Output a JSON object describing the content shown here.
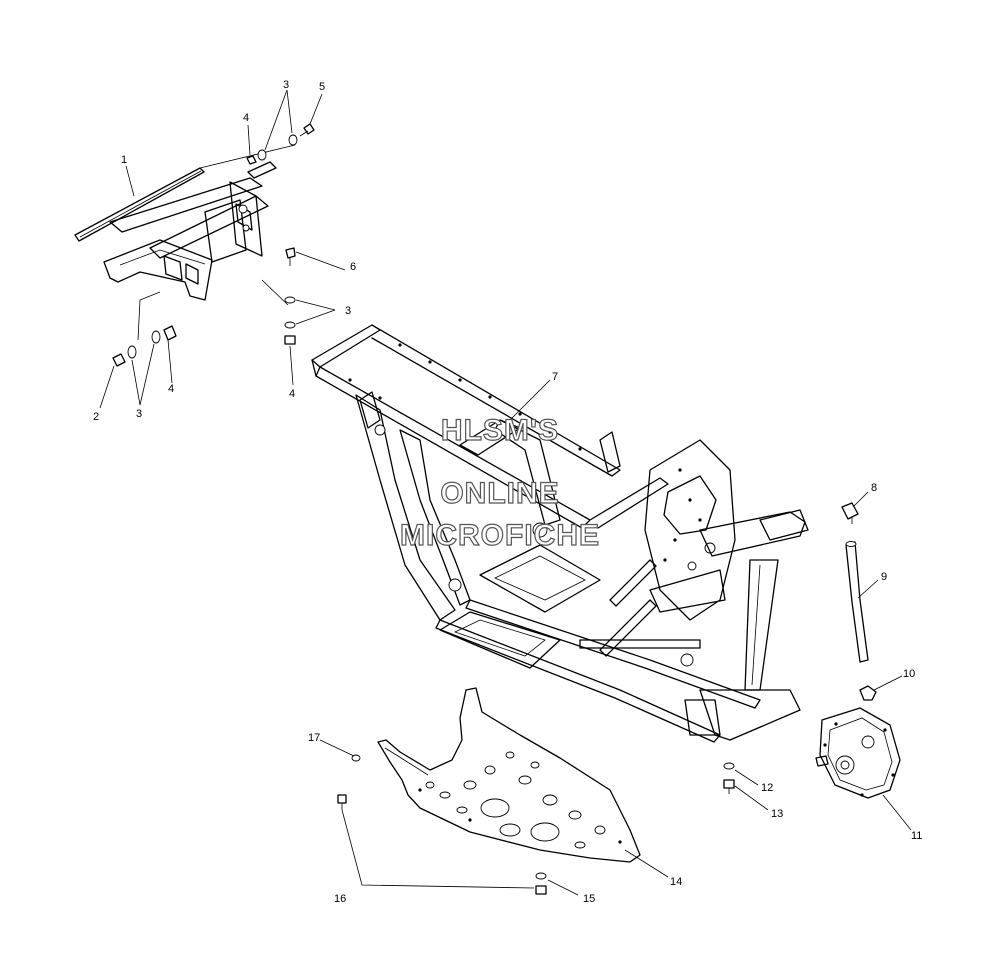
{
  "watermark": {
    "line1": "HLSM'S",
    "line2": "ONLINE",
    "line3": "MICROFICHE"
  },
  "callouts": [
    {
      "id": "c1",
      "label": "1"
    },
    {
      "id": "c2",
      "label": "2"
    },
    {
      "id": "c3a",
      "label": "3"
    },
    {
      "id": "c3b",
      "label": "3"
    },
    {
      "id": "c3c",
      "label": "3"
    },
    {
      "id": "c4a",
      "label": "4"
    },
    {
      "id": "c4b",
      "label": "4"
    },
    {
      "id": "c4c",
      "label": "4"
    },
    {
      "id": "c5",
      "label": "5"
    },
    {
      "id": "c6",
      "label": "6"
    },
    {
      "id": "c7",
      "label": "7"
    },
    {
      "id": "c8",
      "label": "8"
    },
    {
      "id": "c9",
      "label": "9"
    },
    {
      "id": "c10",
      "label": "10"
    },
    {
      "id": "c11",
      "label": "11"
    },
    {
      "id": "c12",
      "label": "12"
    },
    {
      "id": "c13",
      "label": "13"
    },
    {
      "id": "c14",
      "label": "14"
    },
    {
      "id": "c15",
      "label": "15"
    },
    {
      "id": "c16",
      "label": "16"
    },
    {
      "id": "c17",
      "label": "17"
    }
  ]
}
